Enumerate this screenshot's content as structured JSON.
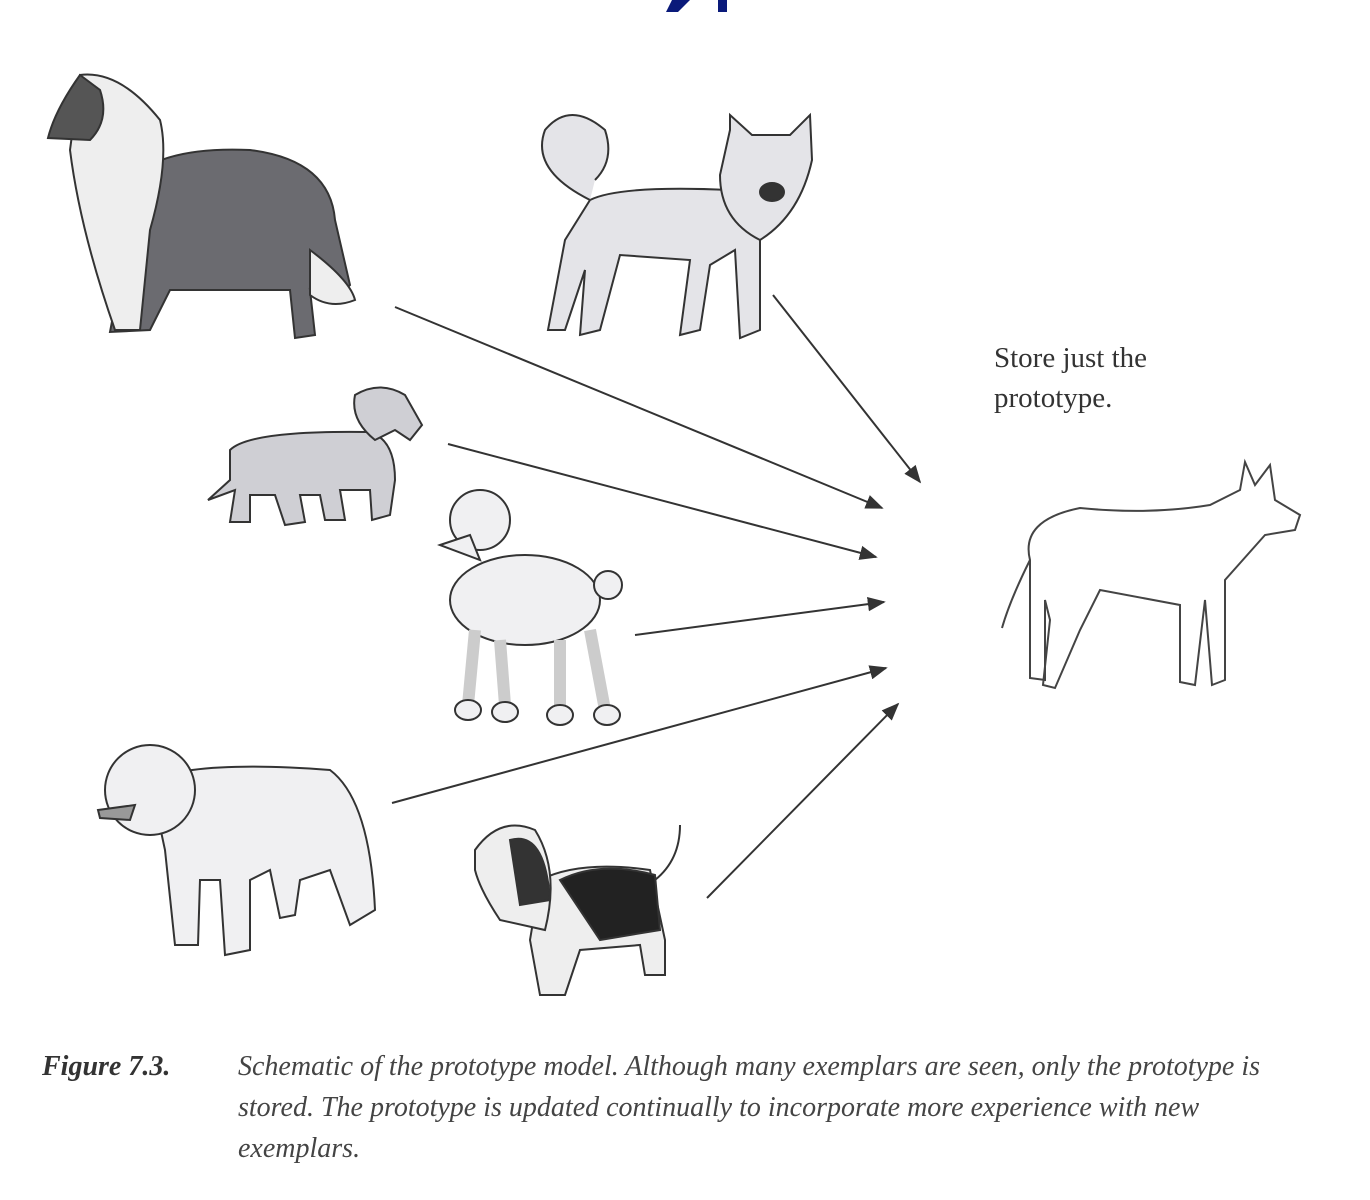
{
  "figure": {
    "annotation": "Store just the prototype.",
    "caption_label": "Figure 7.3.",
    "caption_text": "Schematic of the prototype model. Although many exemplars are seen, only the prototype is stored. The prototype is updated continually to incorporate more experience with new exemplars.",
    "exemplars": [
      "collie-icon",
      "husky-icon",
      "dachshund-icon",
      "poodle-icon",
      "bulldog-icon",
      "basset-hound-icon"
    ],
    "prototype": "prototype-dog-outline-icon",
    "colors": {
      "header_fragment": "#0a1a7a",
      "arrow": "#333333",
      "dark_fur": "#6b6b70",
      "light_fur": "#e4e4e8"
    }
  }
}
